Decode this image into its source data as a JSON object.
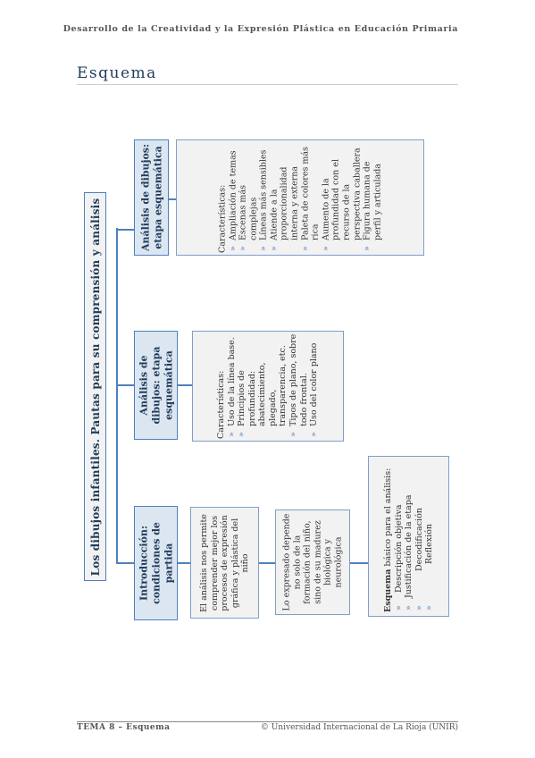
{
  "header": "Desarrollo de la Creatividad y la Expresión Plástica en Educación Primaria",
  "title": "Esquema",
  "footer": {
    "left": "TEMA 8 – Esquema",
    "right": "© Universidad Internacional de La Rioja (UNIR)"
  },
  "diagram": {
    "main": "Los dibujos infantiles. Pautas para su comprensión y análisis",
    "branch_intro": {
      "title": "Introducción: condiciones de partida",
      "text1": "El análisis nos permite comprender mejor los procesos de expresión gráfica y plástica del niño",
      "text2": "Lo expresado depende no solo de la formación del niño, sino de su madurez biológica y neurológica",
      "scheme_bold": "Esquema",
      "scheme_rest": " básico para el análisis:",
      "scheme_items": [
        "Descripción objetiva",
        "Justificación de la etapa",
        "Decodificación",
        "Reflexión"
      ]
    },
    "branch_pre": {
      "title": "Análisis de dibujos: etapa esquemática",
      "label": "Características:",
      "items": [
        "Uso de la línea base.",
        "Principios de profundidad: abatecimiento, plegado, transparencia, etc.",
        "Tipos de plano, sobre todo frontal.",
        "Uso del color plano"
      ]
    },
    "branch_esq": {
      "title": "Análisis de dibujos: etapa esquemática",
      "label": "Características:",
      "items": [
        "Ampliación de temas",
        "Escenas más complejas",
        "Líneas más sensibles",
        "Atiende a la proporcionalidad interna y externa",
        "Paleta de colores más rica",
        "Aumento de la profundidad con el recurso de la perspectiva caballera",
        "Figura humana de perfil y articulada"
      ]
    }
  }
}
